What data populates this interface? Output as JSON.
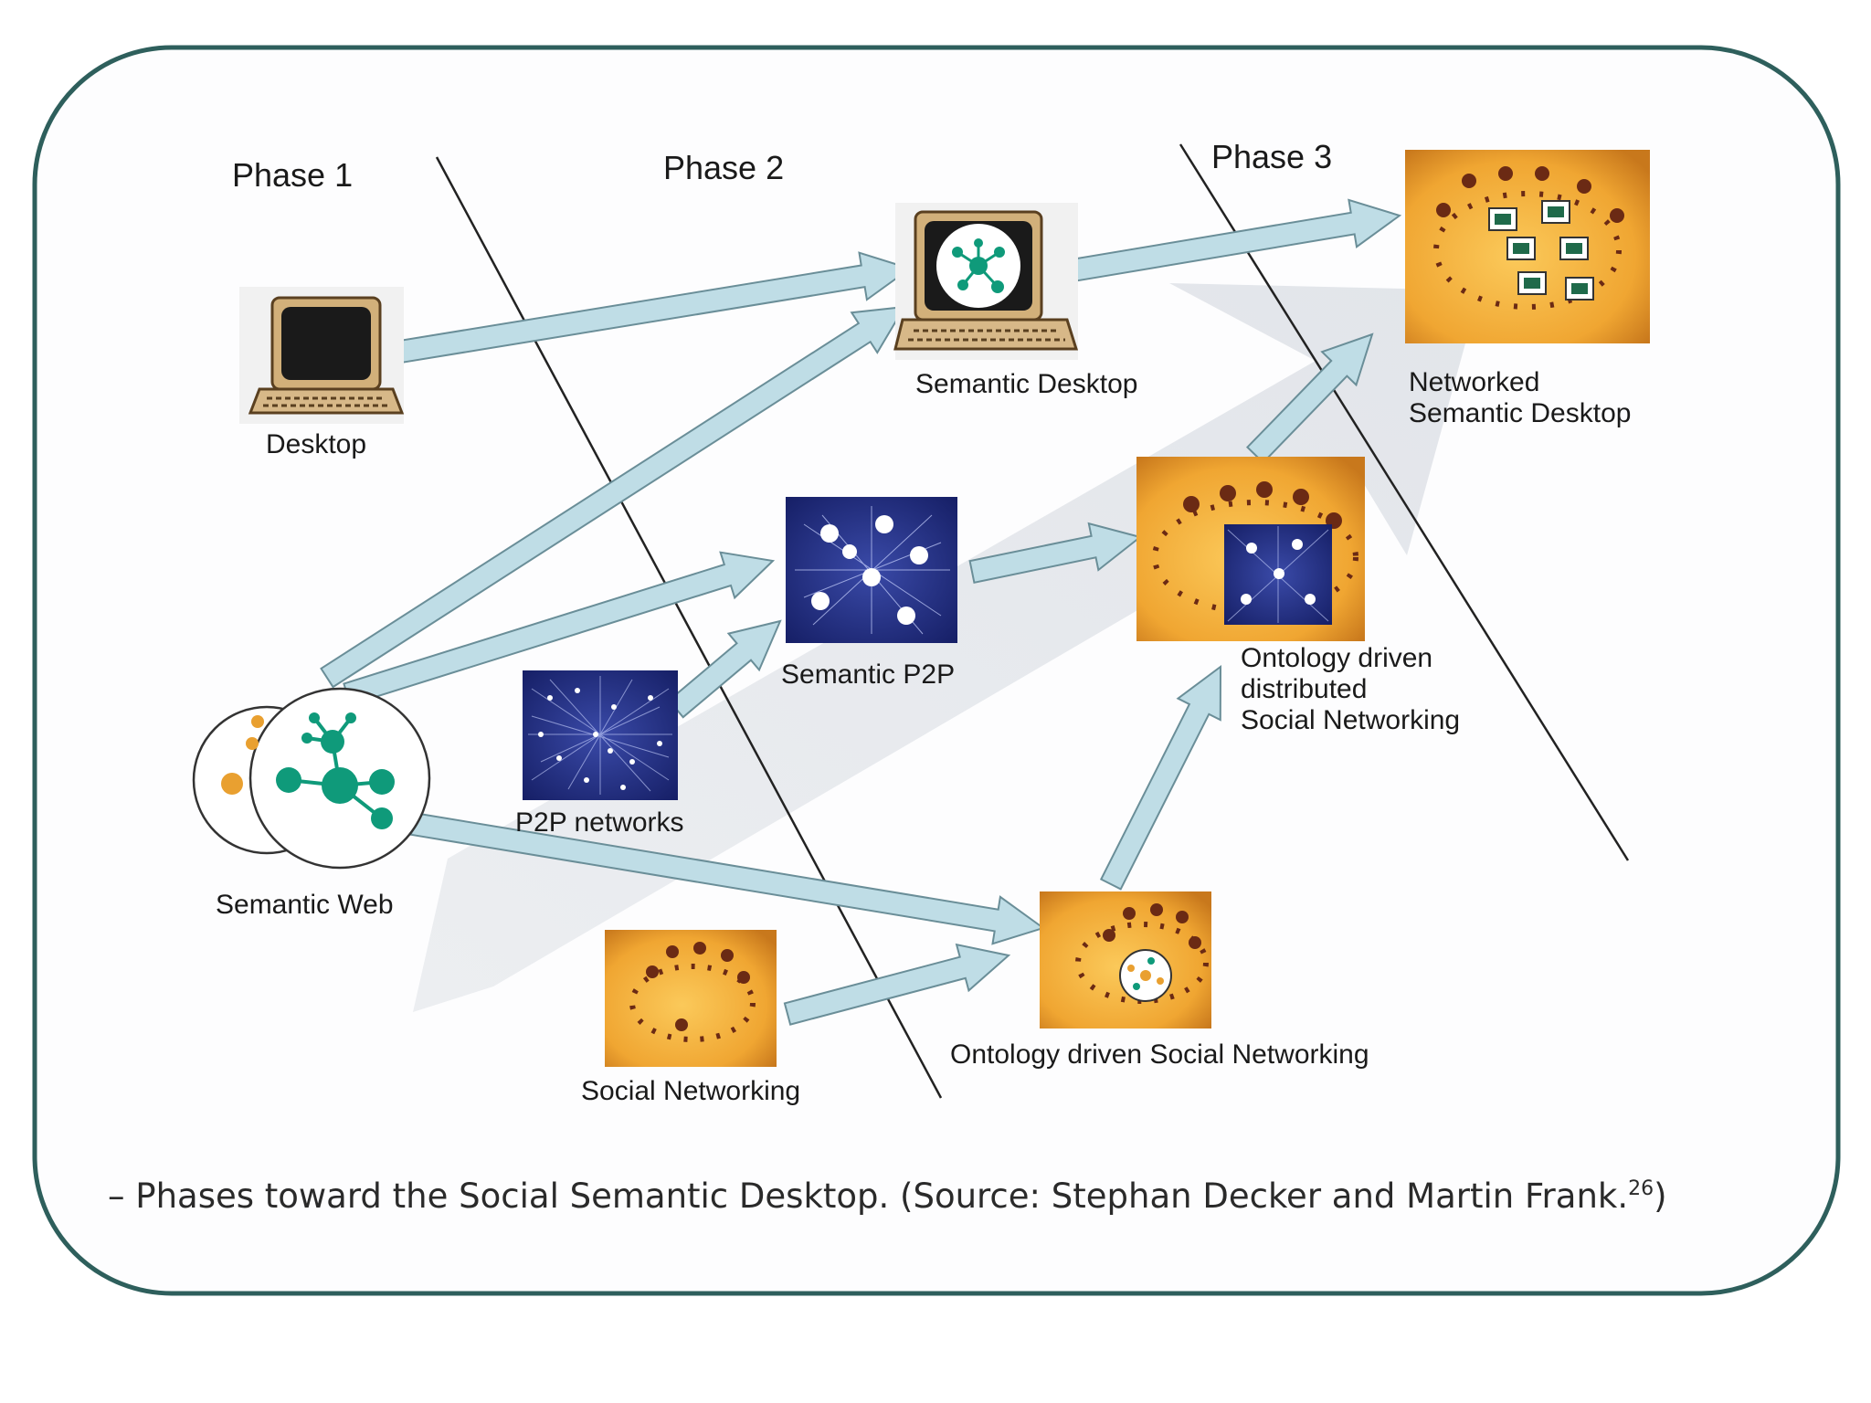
{
  "colors": {
    "frame": "#2e5f5c",
    "arrow_fill": "#bfdde6",
    "arrow_stroke": "#6a8e98",
    "big_arrow": "#e6e8ec",
    "orange_light": "#f6b43c",
    "orange_dark": "#c6761a",
    "network_blue": "#1f2a78",
    "node_green": "#0f9a7a",
    "node_orange": "#e9a030"
  },
  "phases": [
    {
      "label": "Phase 1"
    },
    {
      "label": "Phase 2"
    },
    {
      "label": "Phase 3"
    }
  ],
  "nodes": {
    "desktop": {
      "label": "Desktop",
      "icon": "laptop-icon"
    },
    "semantic_desktop": {
      "label": "Semantic Desktop",
      "icon": "laptop-with-graph-icon"
    },
    "networked_semantic_desktop": {
      "label_line1": "Networked",
      "label_line2": "Semantic Desktop",
      "icon": "people-ring-with-computers-icon"
    },
    "semantic_p2p": {
      "label": "Semantic P2P",
      "icon": "semantic-network-icon"
    },
    "p2p_networks": {
      "label": "P2P networks",
      "icon": "p2p-network-icon"
    },
    "ontology_distributed": {
      "label_line1": "Ontology driven",
      "label_line2": "distributed",
      "label_line3": "Social Networking",
      "icon": "people-ring-with-network-icon"
    },
    "semantic_web": {
      "label": "Semantic Web",
      "icon": "semantic-web-graph-icon"
    },
    "social_networking": {
      "label": "Social Networking",
      "icon": "people-ring-icon"
    },
    "ontology_social": {
      "label": "Ontology driven Social Networking",
      "icon": "people-ring-with-graph-icon"
    }
  },
  "caption": {
    "text": "– Phases toward the Social Semantic Desktop. (Source: Stephan Decker and Martin Frank.",
    "superscript": "26",
    "closing": ")"
  }
}
